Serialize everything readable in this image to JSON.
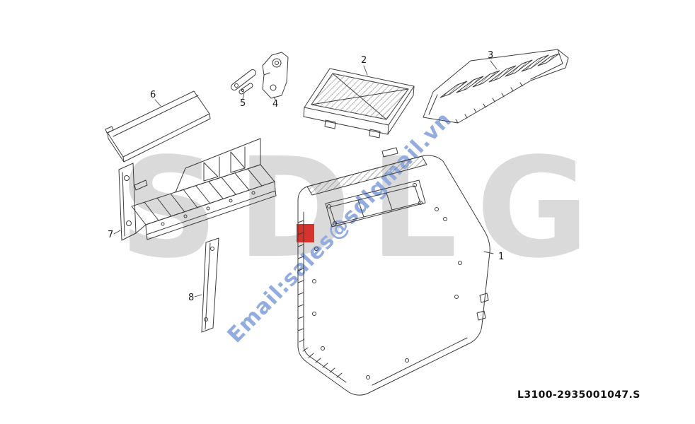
{
  "watermark": {
    "logo_text": "SDLG",
    "logo_color": "#dadada",
    "logo_accent_color": "#d7332d",
    "email_text": "Email:sales@sdlgmail.vn",
    "email_color": "#93ace0"
  },
  "callouts": [
    {
      "number": "1"
    },
    {
      "number": "2"
    },
    {
      "number": "3"
    },
    {
      "number": "4"
    },
    {
      "number": "5"
    },
    {
      "number": "6"
    },
    {
      "number": "7"
    },
    {
      "number": "8"
    }
  ],
  "footer": {
    "drawing_number": "L3100-2935001047.S"
  }
}
